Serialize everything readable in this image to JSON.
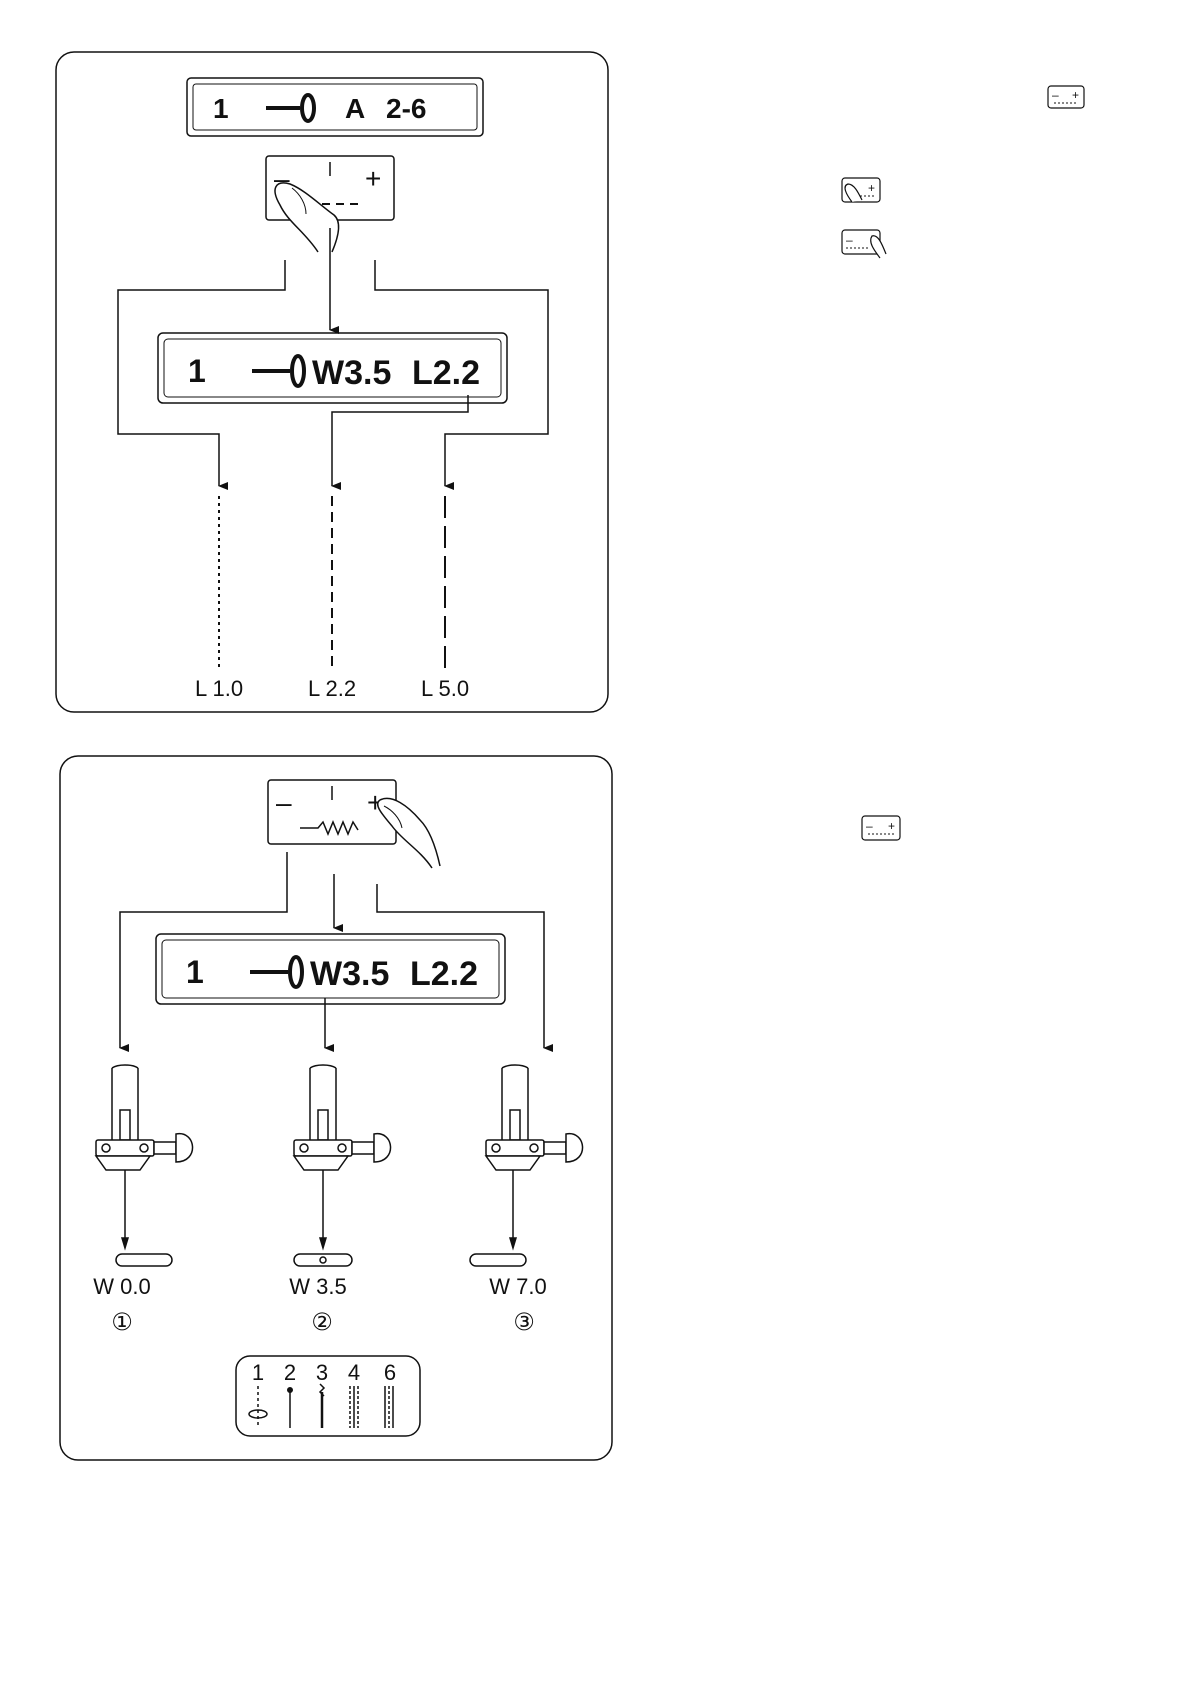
{
  "panel_length": {
    "display_top": {
      "digit": "1",
      "mode": "A",
      "range": "2-6"
    },
    "button": {
      "minus": "–",
      "plus": "+"
    },
    "display_main": {
      "digit": "1",
      "width": "W3.5",
      "length": "L2.2"
    },
    "outputs": [
      {
        "label": "L 1.0"
      },
      {
        "label": "L 2.2"
      },
      {
        "label": "L 5.0"
      }
    ]
  },
  "panel_width": {
    "button": {
      "minus": "–",
      "plus": "+"
    },
    "display_main": {
      "digit": "1",
      "width": "W3.5",
      "length": "L2.2"
    },
    "outputs": [
      {
        "label": "W 0.0",
        "num": "①"
      },
      {
        "label": "W 3.5",
        "num": "②"
      },
      {
        "label": "W 7.0",
        "num": "③"
      }
    ],
    "selector": {
      "positions": [
        "1",
        "2",
        "3",
        "4",
        "6"
      ]
    }
  },
  "side_icons": {
    "minus": "–",
    "plus": "+"
  }
}
